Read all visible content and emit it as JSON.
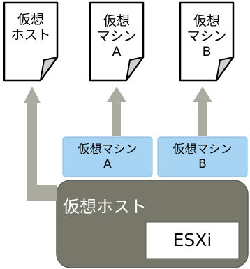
{
  "documents": [
    {
      "id": "host",
      "text": "仮想\nホスト"
    },
    {
      "id": "vm-a",
      "text": "仮想\nマシン\nA"
    },
    {
      "id": "vm-b",
      "text": "仮想\nマシン\nB"
    }
  ],
  "vm_boxes": [
    {
      "id": "a",
      "text": "仮想マシン\nA"
    },
    {
      "id": "b",
      "text": "仮想マシン\nB"
    }
  ],
  "host_box": {
    "title": "仮想ホスト",
    "hypervisor": "ESXi"
  },
  "colors": {
    "arrow": "#ababa0",
    "vm_box_fill": "#a8d4f4",
    "vm_box_stroke": "#7fb6e0",
    "host_fill": "#77776a",
    "host_stroke": "#5e5e53",
    "doc_stroke": "#000000",
    "doc_fold": "#d0d0d0"
  }
}
